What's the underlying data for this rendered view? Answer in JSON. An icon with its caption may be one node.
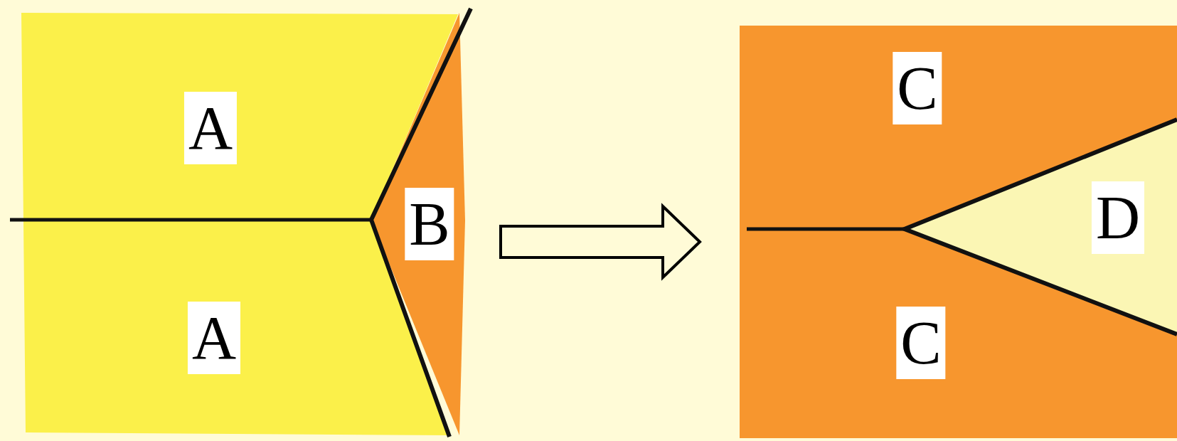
{
  "diagram": {
    "nodes": [
      {
        "text": [],
        "shape": "box"
      },
      {
        "text": [
          "A"
        ],
        "in": 0
      },
      {
        "text": [
          "A"
        ],
        "in": 0
      },
      {
        "text": [
          "B"
        ],
        "in": 0
      },
      {
        "text": [],
        "shape": "box"
      },
      {
        "text": [
          "C"
        ],
        "in": 4
      },
      {
        "text": [
          "C"
        ],
        "in": 4
      },
      {
        "text": [
          "D"
        ],
        "in": 4
      }
    ],
    "edges": [
      {
        "from": 0,
        "to": 4,
        "arrow": "to"
      }
    ]
  }
}
